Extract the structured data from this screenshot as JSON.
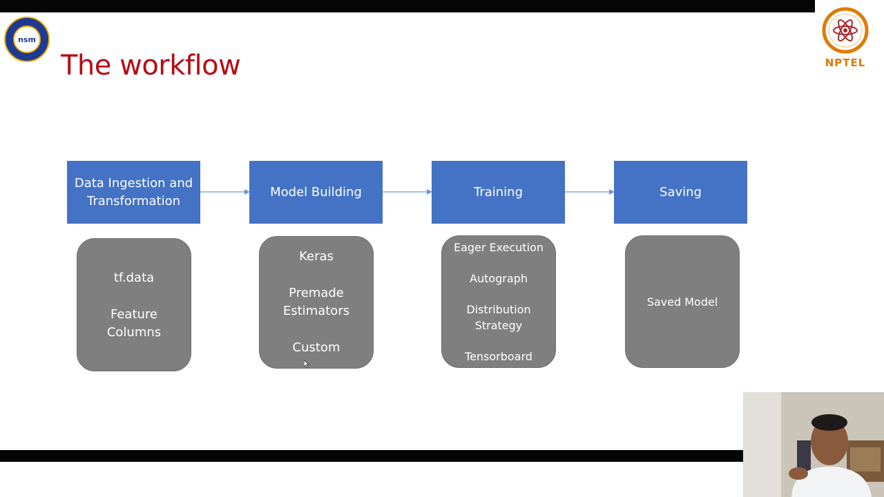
{
  "slide": {
    "title": "The workflow",
    "logos": {
      "left_text": "nsm",
      "right_text": "NPTEL"
    },
    "stages": [
      {
        "label": "Data Ingestion and Transformation"
      },
      {
        "label": "Model Building"
      },
      {
        "label": "Training"
      },
      {
        "label": "Saving"
      }
    ],
    "details": [
      {
        "items": [
          "tf.data",
          "Feature Columns"
        ]
      },
      {
        "items": [
          "Keras",
          "Premade Estimators",
          "Custom"
        ]
      },
      {
        "items": [
          "Eager Execution",
          "Autograph",
          "Distribution Strategy",
          "Tensorboard"
        ]
      },
      {
        "items": [
          "Saved Model"
        ]
      }
    ]
  },
  "colors": {
    "title": "#b40d16",
    "stage_fill": "#4472c4",
    "detail_fill": "#7f7f7f",
    "arrow": "#6f93d6",
    "nptel_orange": "#e07b00",
    "nsm_blue": "#1f3a93"
  },
  "icons": {
    "left_logo": "nsm-logo-icon",
    "right_logo": "nptel-logo-icon",
    "cursor": "mouse-pointer-icon"
  },
  "video_overlay": {
    "webcam": "presenter-webcam-feed"
  }
}
